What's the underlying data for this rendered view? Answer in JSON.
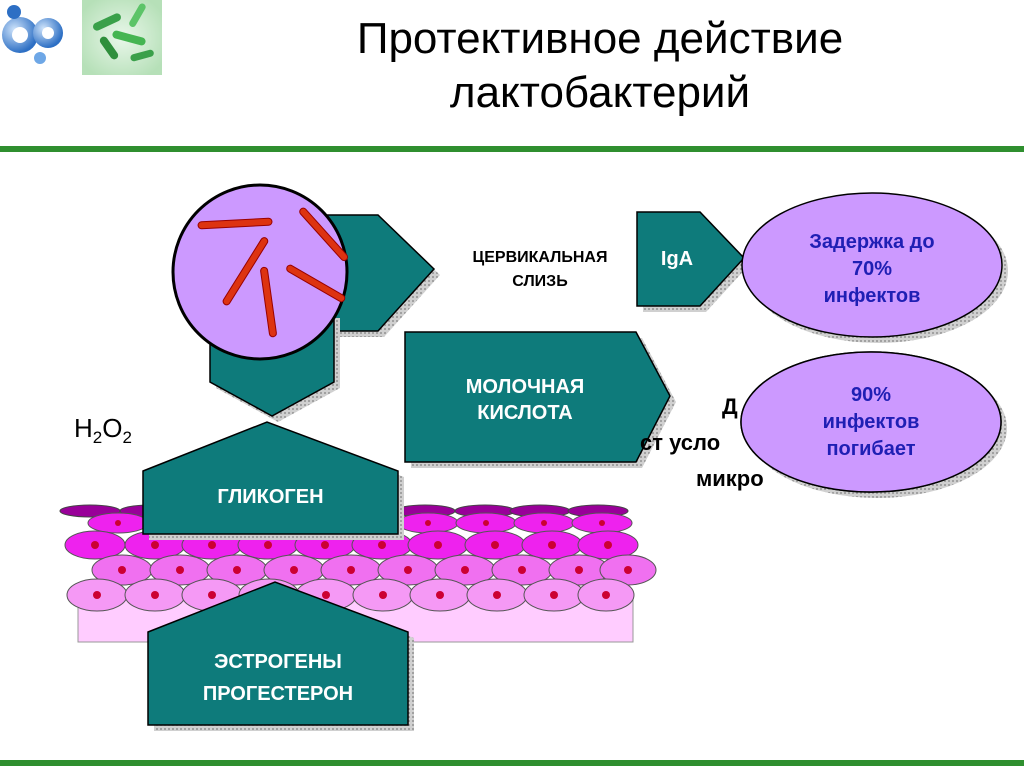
{
  "slide": {
    "title_line1": "Протективное действие",
    "title_line2": "лактобактерий"
  },
  "diagram": {
    "mucus_line1": "ЦЕРВИКАЛЬНАЯ",
    "mucus_line2": "СЛИЗЬ",
    "iga": "IgA",
    "lactic_line1": "МОЛОЧНАЯ",
    "lactic_line2": "КИСЛОТА",
    "h2o2": {
      "h": "H",
      "sub1": "2",
      "o": "O",
      "sub2": "2"
    },
    "glycogen": "ГЛИКОГЕН",
    "hormones_line1": "ЭСТРОГЕНЫ",
    "hormones_line2": "ПРОГЕСТЕРОН",
    "delay_line1": "Задержка до",
    "delay_line2": "70%",
    "delay_line3": "инфектов",
    "killed_line1": "90%",
    "killed_line2": "инфектов",
    "killed_line3": "погибает",
    "hidden_line1": "Д",
    "hidden_line2": "ст усло",
    "hidden_line3": "микро"
  },
  "colors": {
    "teal": "#0e7b7b",
    "green_rule": "#2f8f2f",
    "lavender": "#cc99ff",
    "label_blue": "#1f1fb4",
    "bacteria_red": "#dd3311"
  }
}
